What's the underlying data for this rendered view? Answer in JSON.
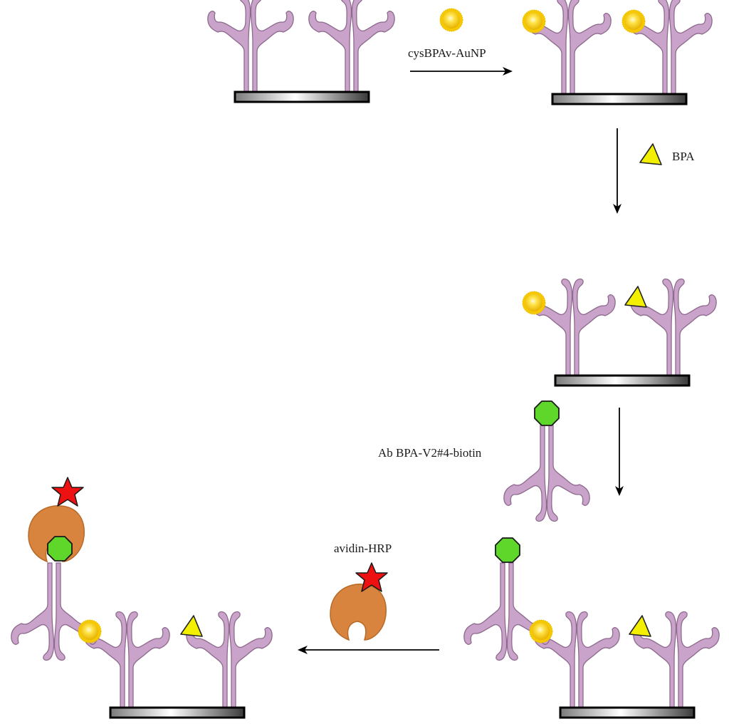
{
  "labels": {
    "step1": "cysBPAv-AuNP",
    "step2": "BPA",
    "step3": "Ab BPA-V2#4-biotin",
    "step4": "avidin-HRP"
  },
  "colors": {
    "antibody_fill": "#c9a3c9",
    "antibody_stroke": "#8e6a8e",
    "gold_nanoparticle": "#f5c800",
    "bpa_triangle": "#f2f000",
    "biotin_octagon": "#5ed62a",
    "avidin": "#d9843e",
    "hrp_star": "#ee1111",
    "arrow": "#000000"
  }
}
